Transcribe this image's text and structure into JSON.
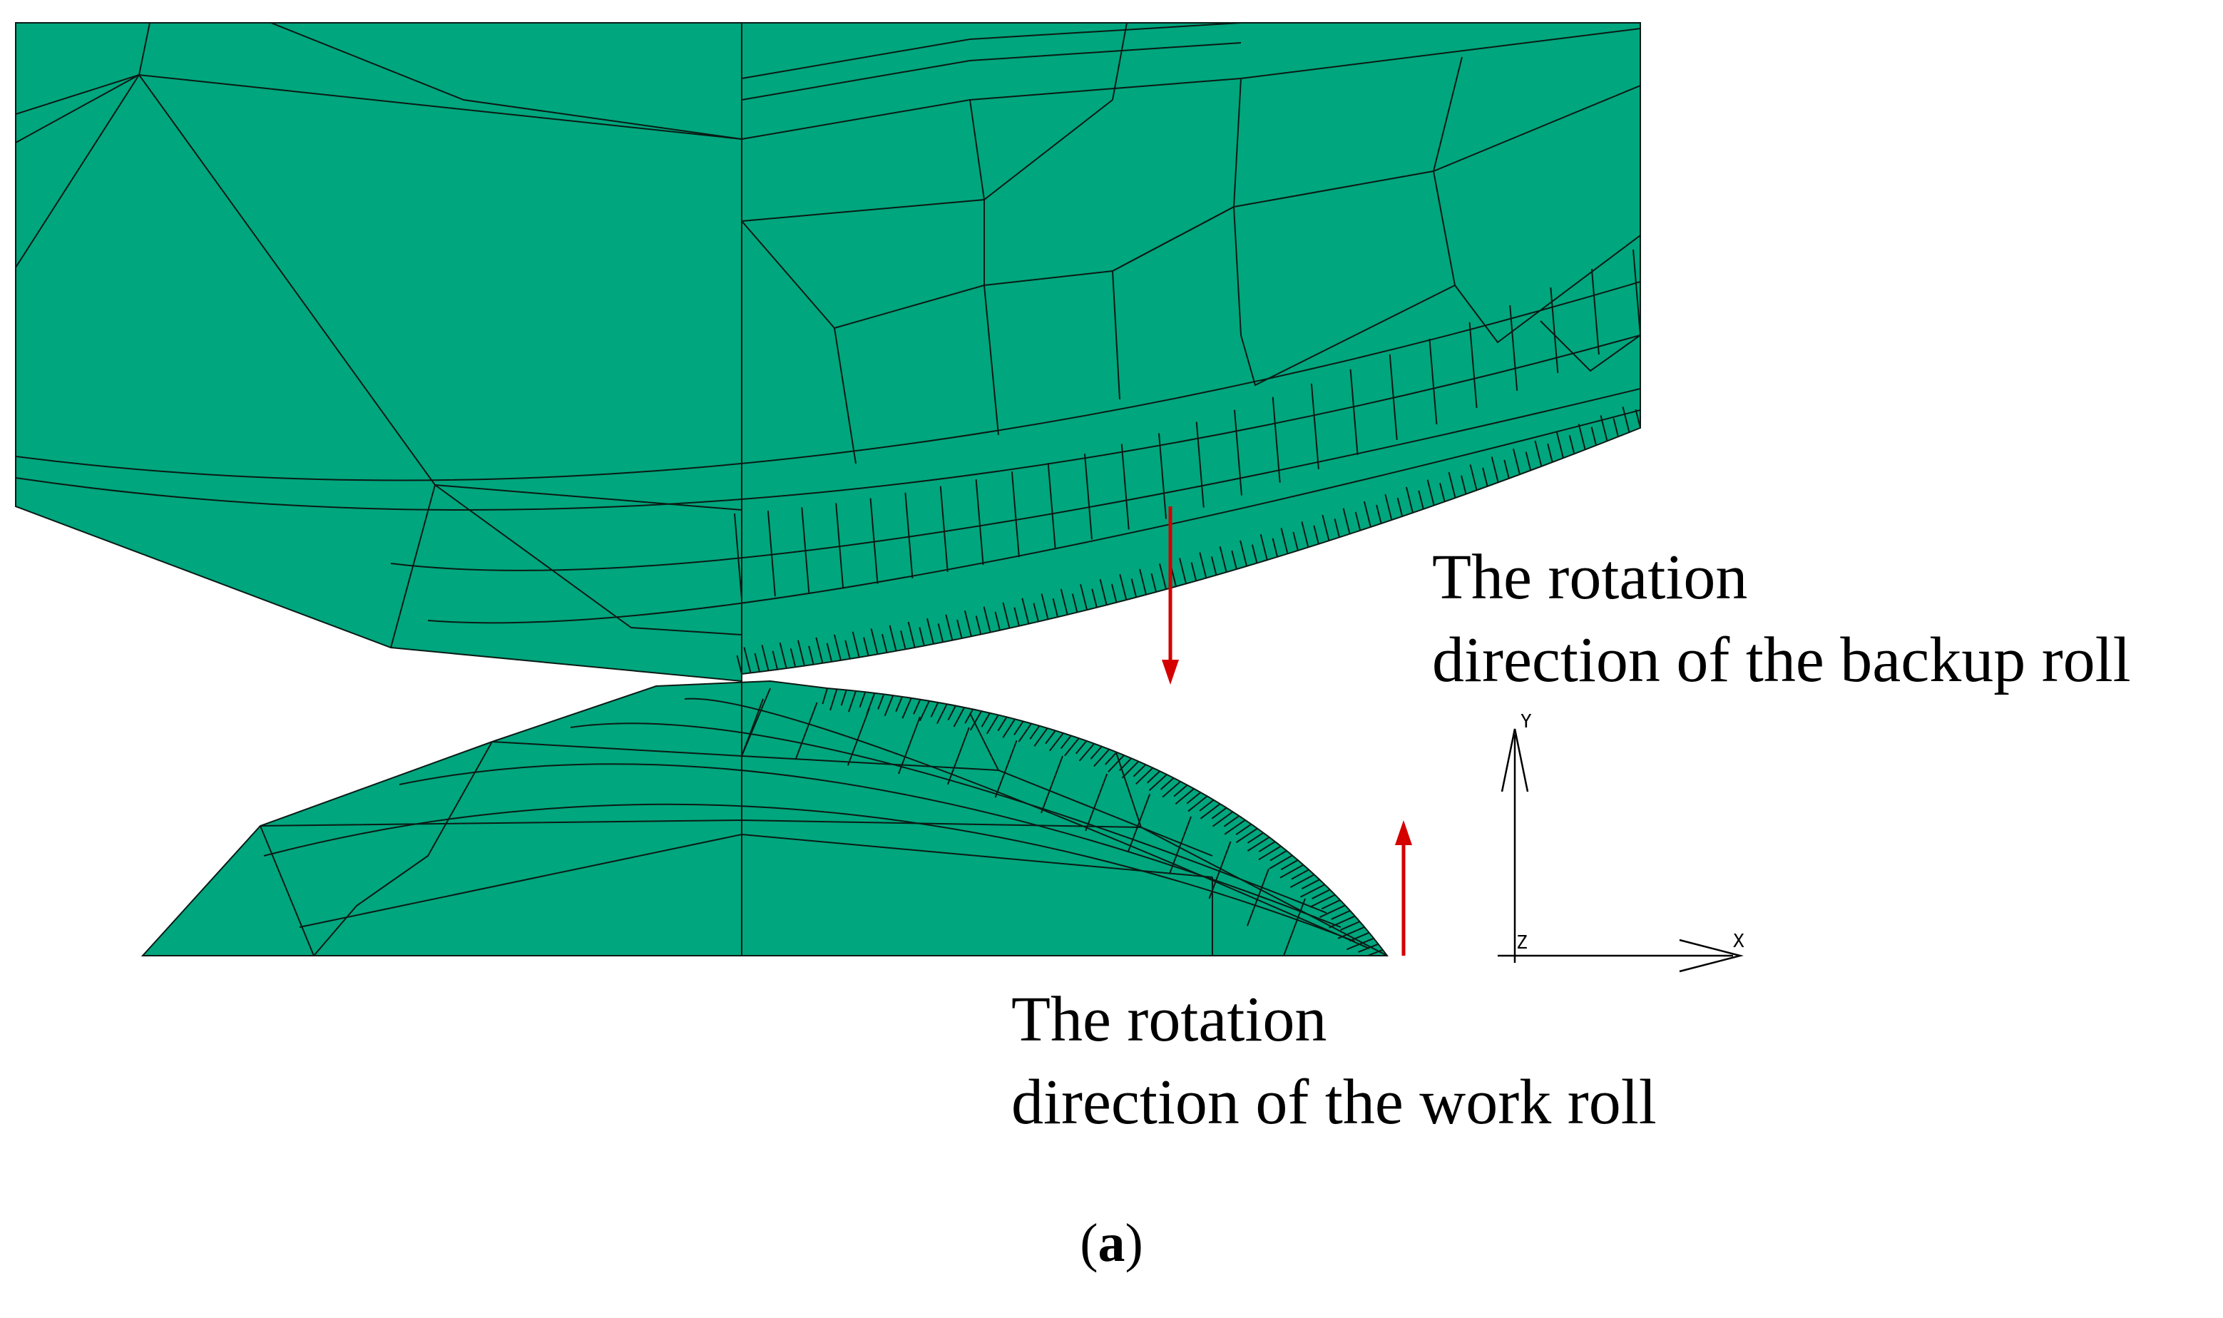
{
  "backup_roll_label": {
    "line1": "The rotation",
    "line2": "direction of the backup roll"
  },
  "work_roll_label": {
    "line1": "The rotation",
    "line2": "direction of the work roll"
  },
  "axes": {
    "y": "Y",
    "x": "X",
    "z": "Z"
  },
  "caption": {
    "open": "(",
    "letter": "a",
    "close": ")"
  },
  "colors": {
    "mesh_fill": "#00a67e",
    "mesh_line": "#0a1a14",
    "arrow": "#d40000"
  },
  "icons": {
    "backup_arrow": "arrow-down-icon",
    "work_arrow": "arrow-up-icon"
  }
}
